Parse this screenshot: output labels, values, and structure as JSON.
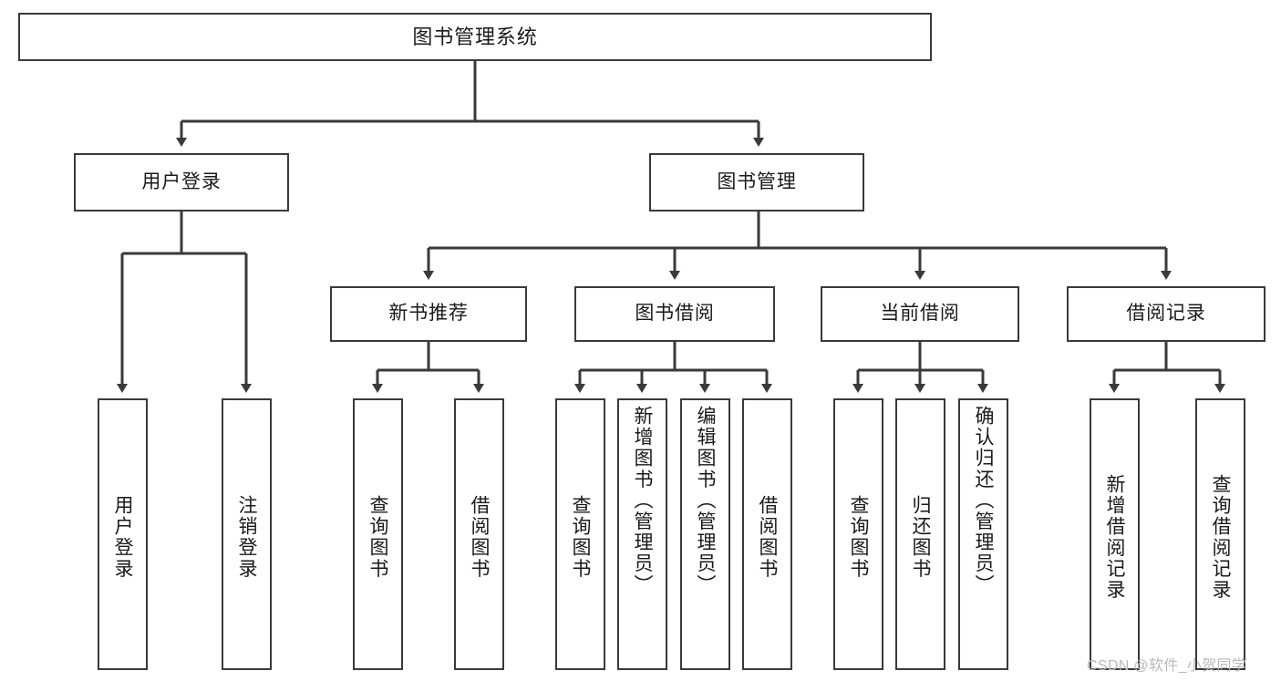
{
  "diagram": {
    "title": "图书管理系统",
    "type": "tree-hierarchy",
    "watermark": "CSDN @软件_小贺同学",
    "colors": {
      "background": "#ffffff",
      "box_border": "#3a3a3a",
      "box_fill": "#ffffff",
      "text": "#1a1a1a",
      "connector": "#3a3a3a",
      "watermark": "#b9b9b9"
    },
    "nodes": {
      "root": {
        "label": "图书管理系统"
      },
      "level2": [
        {
          "label": "用户登录"
        },
        {
          "label": "图书管理"
        }
      ],
      "level3": [
        {
          "label": "新书推荐"
        },
        {
          "label": "图书借阅"
        },
        {
          "label": "当前借阅"
        },
        {
          "label": "借阅记录"
        }
      ],
      "leaves": {
        "user_login": [
          {
            "label": "用户登录"
          },
          {
            "label": "注销登录"
          }
        ],
        "new_book_recommend": [
          {
            "label": "查询图书"
          },
          {
            "label": "借阅图书"
          }
        ],
        "book_borrow": [
          {
            "label": "查询图书"
          },
          {
            "label": "新增图书（管理员）"
          },
          {
            "label": "编辑图书（管理员）"
          },
          {
            "label": "借阅图书"
          }
        ],
        "current_borrow": [
          {
            "label": "查询图书"
          },
          {
            "label": "归还图书"
          },
          {
            "label": "确认归还（管理员）"
          }
        ],
        "borrow_record": [
          {
            "label": "新增借阅记录"
          },
          {
            "label": "查询借阅记录"
          }
        ]
      }
    }
  }
}
